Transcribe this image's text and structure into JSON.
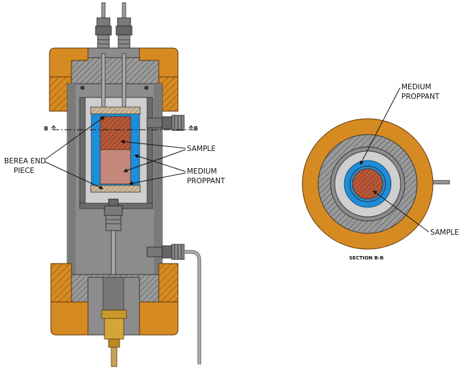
{
  "labels": {
    "berea_line1": "BEREA END",
    "berea_line2": "PIECE",
    "sample_left": "SAMPLE",
    "medium_left_line1": "MEDIUM",
    "medium_left_line2": "PROPPANT",
    "medium_right_line1": "MEDIUM",
    "medium_right_line2": "PROPPANT",
    "sample_right": "SAMPLE",
    "section_caption": "SECTION B-B",
    "section_mark_left": "B",
    "section_mark_right": "B"
  },
  "colors": {
    "housing": "#8c8c8c",
    "housing_dark": "#6b6b6b",
    "flange": "#d68b22",
    "proppant": "#1d8ed8",
    "sample_core": "#b8593a",
    "end_piece": "#c8b696",
    "cavity": "#cfcfcf"
  }
}
